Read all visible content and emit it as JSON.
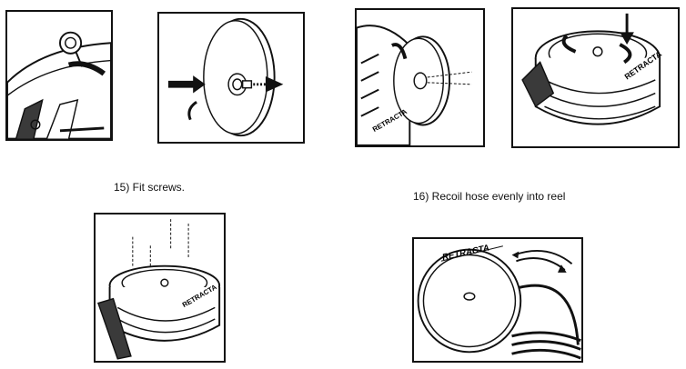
{
  "steps": [
    {
      "number": 15,
      "caption": "15) Fit screws."
    },
    {
      "number": 16,
      "caption": "16) Recoil hose evenly into reel"
    }
  ],
  "brand": {
    "logo_text": "RETRACTA"
  },
  "colors": {
    "ink": "#111111",
    "paper": "#ffffff",
    "shade": "#3a3a3a"
  }
}
